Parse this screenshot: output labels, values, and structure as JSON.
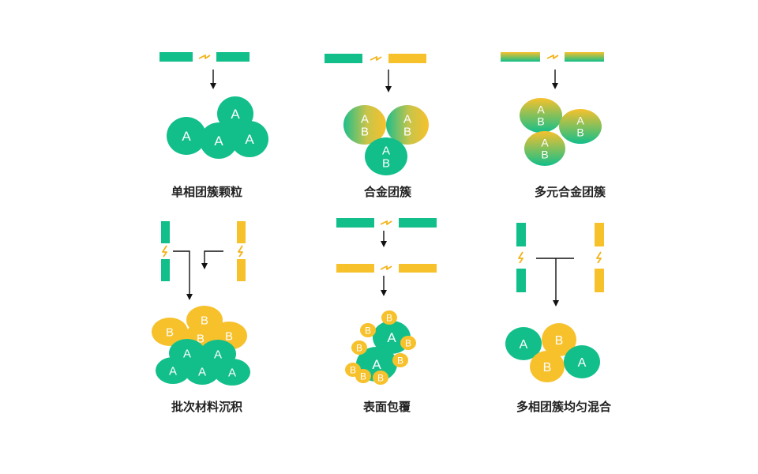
{
  "colors": {
    "green": "#12BF8A",
    "yellow": "#F7C12C",
    "spark": "#F2B318",
    "arrow": "#111111",
    "text": "#222222"
  },
  "panels": [
    {
      "id": "single-phase",
      "caption": "单相团簇颗粒"
    },
    {
      "id": "alloy",
      "caption": "合金团簇"
    },
    {
      "id": "multi-alloy",
      "caption": "多元合金团簇"
    },
    {
      "id": "batch-deposition",
      "caption": "批次材料沉积"
    },
    {
      "id": "surface-coating",
      "caption": "表面包覆"
    },
    {
      "id": "multiphase-mixing",
      "caption": "多相团簇均匀混合"
    }
  ],
  "labels": {
    "a": "A",
    "b": "B"
  }
}
